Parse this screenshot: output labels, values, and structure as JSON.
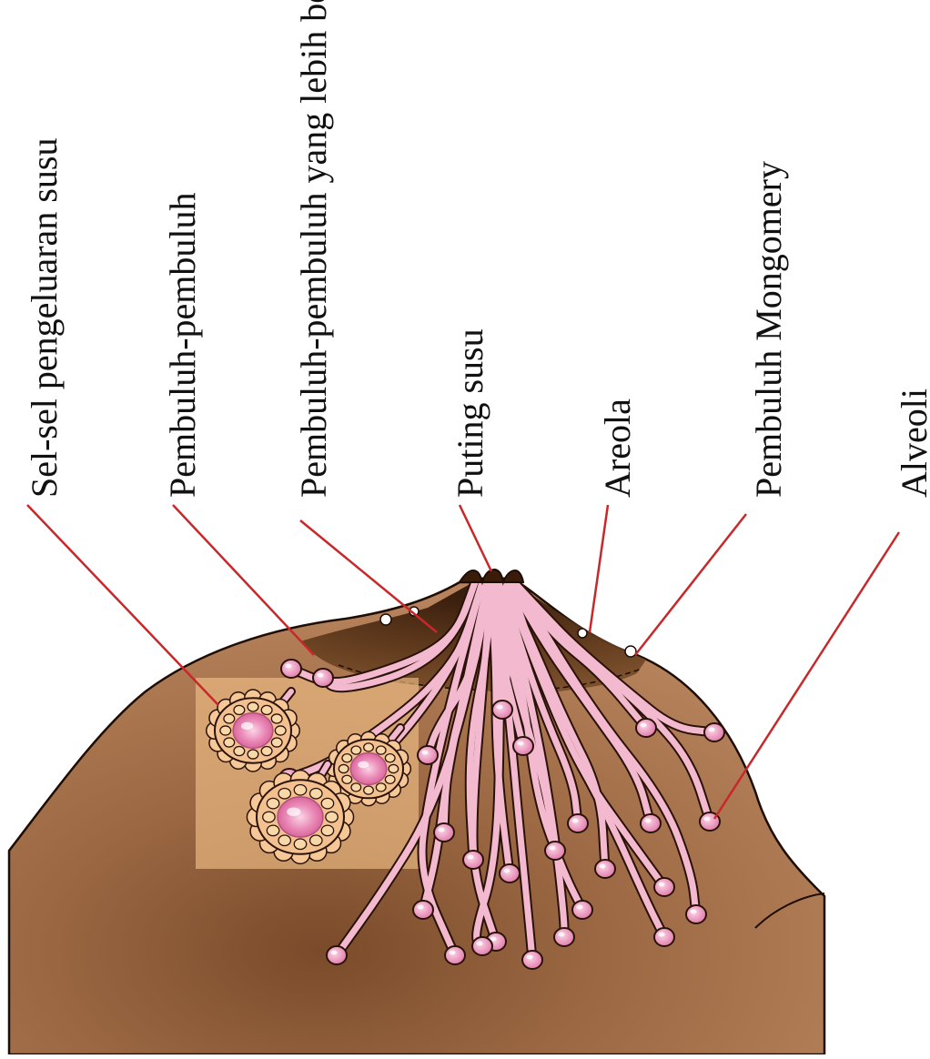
{
  "diagram": {
    "labels": [
      {
        "id": "sel-sel",
        "text": "Sel-sel pengeluaran susu"
      },
      {
        "id": "pembuluh",
        "text": "Pembuluh-pembuluh"
      },
      {
        "id": "pembuluh-besar",
        "text": "Pembuluh-pembuluh yang lebih besar"
      },
      {
        "id": "puting",
        "text": "Puting susu"
      },
      {
        "id": "areola",
        "text": "Areola"
      },
      {
        "id": "montgomery",
        "text": "Pembuluh Mongomery"
      },
      {
        "id": "alveoli",
        "text": "Alveoli"
      }
    ],
    "colors": {
      "skin": "#a8744d",
      "skin_dark": "#7c4f2e",
      "areola": "#5a3519",
      "duct": "#f2b9cf",
      "duct_outline": "#2a1208",
      "lobule": "#e97fb0",
      "inset": "#efbe86",
      "leader": "#c8282a",
      "text": "#111111"
    }
  }
}
